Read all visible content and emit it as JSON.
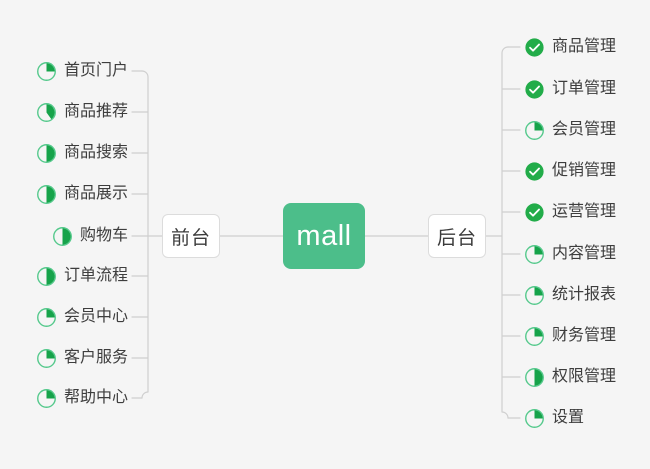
{
  "diagram": {
    "title": "mall",
    "root": {
      "label": "mall"
    },
    "branches": [
      {
        "name": "frontend",
        "label": "前台"
      },
      {
        "name": "backend",
        "label": "后台"
      }
    ],
    "colors": {
      "background": "#f5f5f5",
      "root_fill": "#4cbe8a",
      "root_text": "#ffffff",
      "node_fill": "#ffffff",
      "node_border": "#dcdcdc",
      "node_text": "#3b3b3b",
      "leaf_text": "#3d3d3d",
      "progress_ring": "#55c98c",
      "progress_fill": "#16a34a",
      "done_fill": "#22ac49",
      "done_check": "#ffffff",
      "wire": "#cfcfcf"
    },
    "frontend_items": [
      {
        "label": "首页门户",
        "icon": "progress-pie-icon",
        "progress": 25
      },
      {
        "label": "商品推荐",
        "icon": "progress-pie-icon",
        "progress": 40
      },
      {
        "label": "商品搜索",
        "icon": "progress-pie-icon",
        "progress": 50
      },
      {
        "label": "商品展示",
        "icon": "progress-pie-icon",
        "progress": 50
      },
      {
        "label": "购物车",
        "icon": "progress-pie-icon",
        "progress": 50
      },
      {
        "label": "订单流程",
        "icon": "progress-pie-icon",
        "progress": 50
      },
      {
        "label": "会员中心",
        "icon": "progress-pie-icon",
        "progress": 25
      },
      {
        "label": "客户服务",
        "icon": "progress-pie-icon",
        "progress": 25
      },
      {
        "label": "帮助中心",
        "icon": "progress-pie-icon",
        "progress": 25
      }
    ],
    "backend_items": [
      {
        "label": "商品管理",
        "icon": "check-circle-icon",
        "progress": 100
      },
      {
        "label": "订单管理",
        "icon": "check-circle-icon",
        "progress": 100
      },
      {
        "label": "会员管理",
        "icon": "progress-pie-icon",
        "progress": 25
      },
      {
        "label": "促销管理",
        "icon": "check-circle-icon",
        "progress": 100
      },
      {
        "label": "运营管理",
        "icon": "check-circle-icon",
        "progress": 100
      },
      {
        "label": "内容管理",
        "icon": "progress-pie-icon",
        "progress": 25
      },
      {
        "label": "统计报表",
        "icon": "progress-pie-icon",
        "progress": 25
      },
      {
        "label": "财务管理",
        "icon": "progress-pie-icon",
        "progress": 25
      },
      {
        "label": "权限管理",
        "icon": "progress-pie-icon",
        "progress": 50
      },
      {
        "label": "设置",
        "icon": "progress-pie-icon",
        "progress": 25
      }
    ]
  }
}
